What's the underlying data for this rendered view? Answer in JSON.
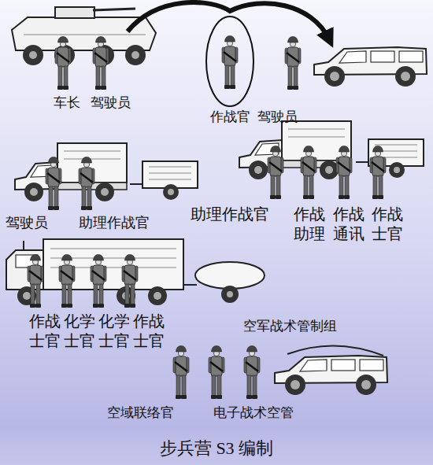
{
  "diagram": {
    "caption": "步兵营 S3 编制",
    "labels": [
      "车长",
      "驾驶员",
      "作战官",
      "驾驶员",
      "驾驶员",
      "助理作战官",
      "助理作战官",
      "作战助理",
      "作战通讯",
      "作战士官",
      "作战士官",
      "化学士官",
      "化学士官",
      "作战士官",
      "空军战术管制组",
      "空域联络官",
      "电子战术空管"
    ]
  }
}
